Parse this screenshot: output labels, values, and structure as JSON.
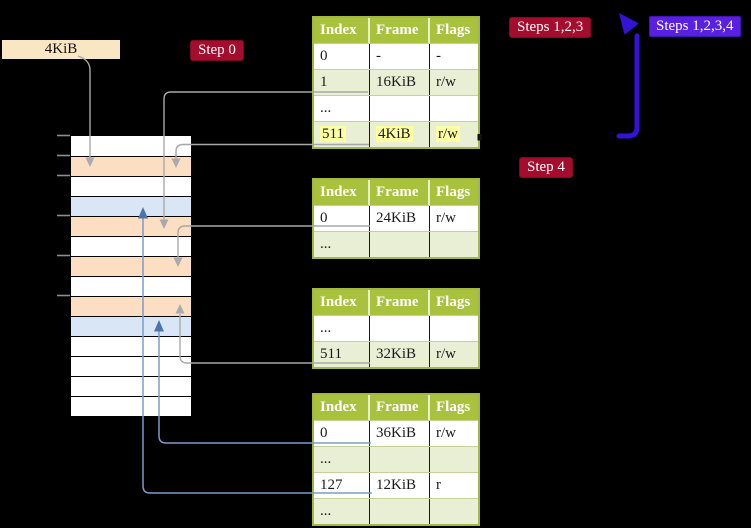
{
  "page_size_box": "4KiB",
  "labels": {
    "step0": "Step 0",
    "steps123": "Steps 1,2,3",
    "steps1234": "Steps 1,2,3,4",
    "step4": "Step 4"
  },
  "colors": {
    "table_header_green": "#a9c23d",
    "table_row_green": "#e9efd5",
    "table_border_olive": "#a2b83e",
    "highlight_yellow": "#feffa2",
    "frame_used_peach": "#fcdfc2",
    "frame_table_blue": "#d9e6f6",
    "tan_box": "#f9e6c2",
    "badge_crimson": "#a50d2f",
    "badge_blueviolet": "#5a20e0",
    "connector_gray": "#a8a8a8",
    "connector_steelblue": "#7d9cc9",
    "big_arrow_blue": "#3412d6"
  },
  "memory": {
    "frames": [
      {
        "color": "white"
      },
      {
        "color": "peach"
      },
      {
        "color": "white"
      },
      {
        "color": "blue"
      },
      {
        "color": "peach"
      },
      {
        "color": "white"
      },
      {
        "color": "peach"
      },
      {
        "color": "white"
      },
      {
        "color": "peach"
      },
      {
        "color": "blue"
      },
      {
        "color": "white"
      },
      {
        "color": "white"
      },
      {
        "color": "white"
      },
      {
        "color": "white"
      }
    ]
  },
  "tables": [
    {
      "headers": [
        "Index",
        "Frame",
        "Flags"
      ],
      "rows": [
        {
          "cells": [
            "0",
            "-",
            "-"
          ]
        },
        {
          "cells": [
            "1",
            "16KiB",
            "r/w"
          ]
        },
        {
          "cells": [
            "...",
            "",
            ""
          ]
        },
        {
          "cells": [
            "511",
            "4KiB",
            "r/w"
          ],
          "highlight": true
        }
      ]
    },
    {
      "headers": [
        "Index",
        "Frame",
        "Flags"
      ],
      "rows": [
        {
          "cells": [
            "0",
            "24KiB",
            "r/w"
          ]
        },
        {
          "cells": [
            "...",
            "",
            ""
          ]
        }
      ]
    },
    {
      "headers": [
        "Index",
        "Frame",
        "Flags"
      ],
      "rows": [
        {
          "cells": [
            "...",
            "",
            ""
          ]
        },
        {
          "cells": [
            "511",
            "32KiB",
            "r/w"
          ]
        }
      ]
    },
    {
      "headers": [
        "Index",
        "Frame",
        "Flags"
      ],
      "rows": [
        {
          "cells": [
            "0",
            "36KiB",
            "r/w"
          ]
        },
        {
          "cells": [
            "...",
            "",
            ""
          ]
        },
        {
          "cells": [
            "127",
            "12KiB",
            "r"
          ]
        },
        {
          "cells": [
            "...",
            "",
            ""
          ]
        }
      ]
    }
  ]
}
